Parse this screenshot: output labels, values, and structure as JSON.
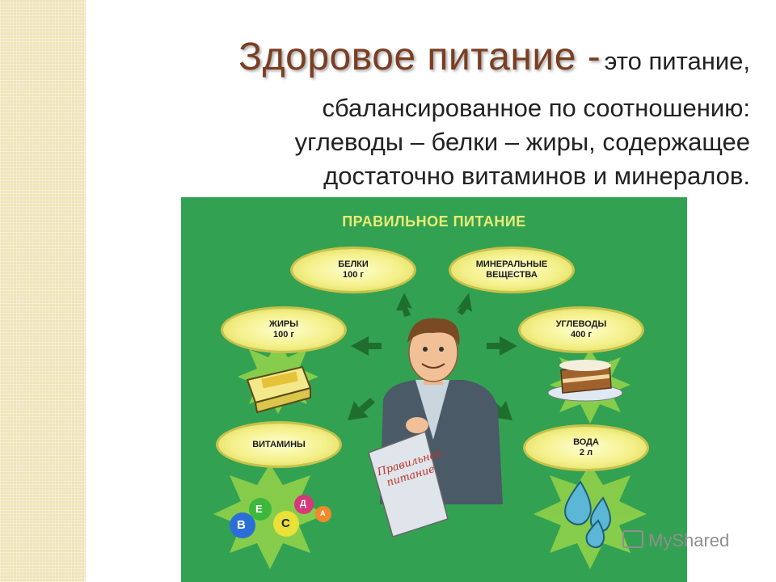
{
  "heading": {
    "title": "Здоровое питание -",
    "lead": "это питание,",
    "lines": [
      "сбалансированное по соотношению:",
      "углеводы – белки – жиры, содержащее",
      "достаточно витаминов и минералов."
    ]
  },
  "poster": {
    "title": "ПРАВИЛЬНОЕ ПИТАНИЕ",
    "ovals": {
      "proteins": {
        "label": "БЕЛКИ",
        "amount": "100 г"
      },
      "minerals": {
        "label": "МИНЕРАЛЬНЫЕ",
        "amount": "ВЕЩЕСТВА"
      },
      "fats": {
        "label": "ЖИРЫ",
        "amount": "100 г"
      },
      "carbs": {
        "label": "УГЛЕВОДЫ",
        "amount": "400 г"
      },
      "vitamins": {
        "label": "ВИТАМИНЫ"
      },
      "water": {
        "label": "ВОДА",
        "amount": "2 л"
      }
    },
    "booklet_text": [
      "Правильное",
      "питание"
    ],
    "vitamin_letters": [
      "В",
      "Е",
      "С",
      "Д",
      "А"
    ]
  },
  "watermark": {
    "text": "MyShared"
  },
  "colors": {
    "poster_bg": "#33a152",
    "title_accent": "#e9ec74",
    "heading": "#7a3e22",
    "oval": "#f4f08a"
  }
}
